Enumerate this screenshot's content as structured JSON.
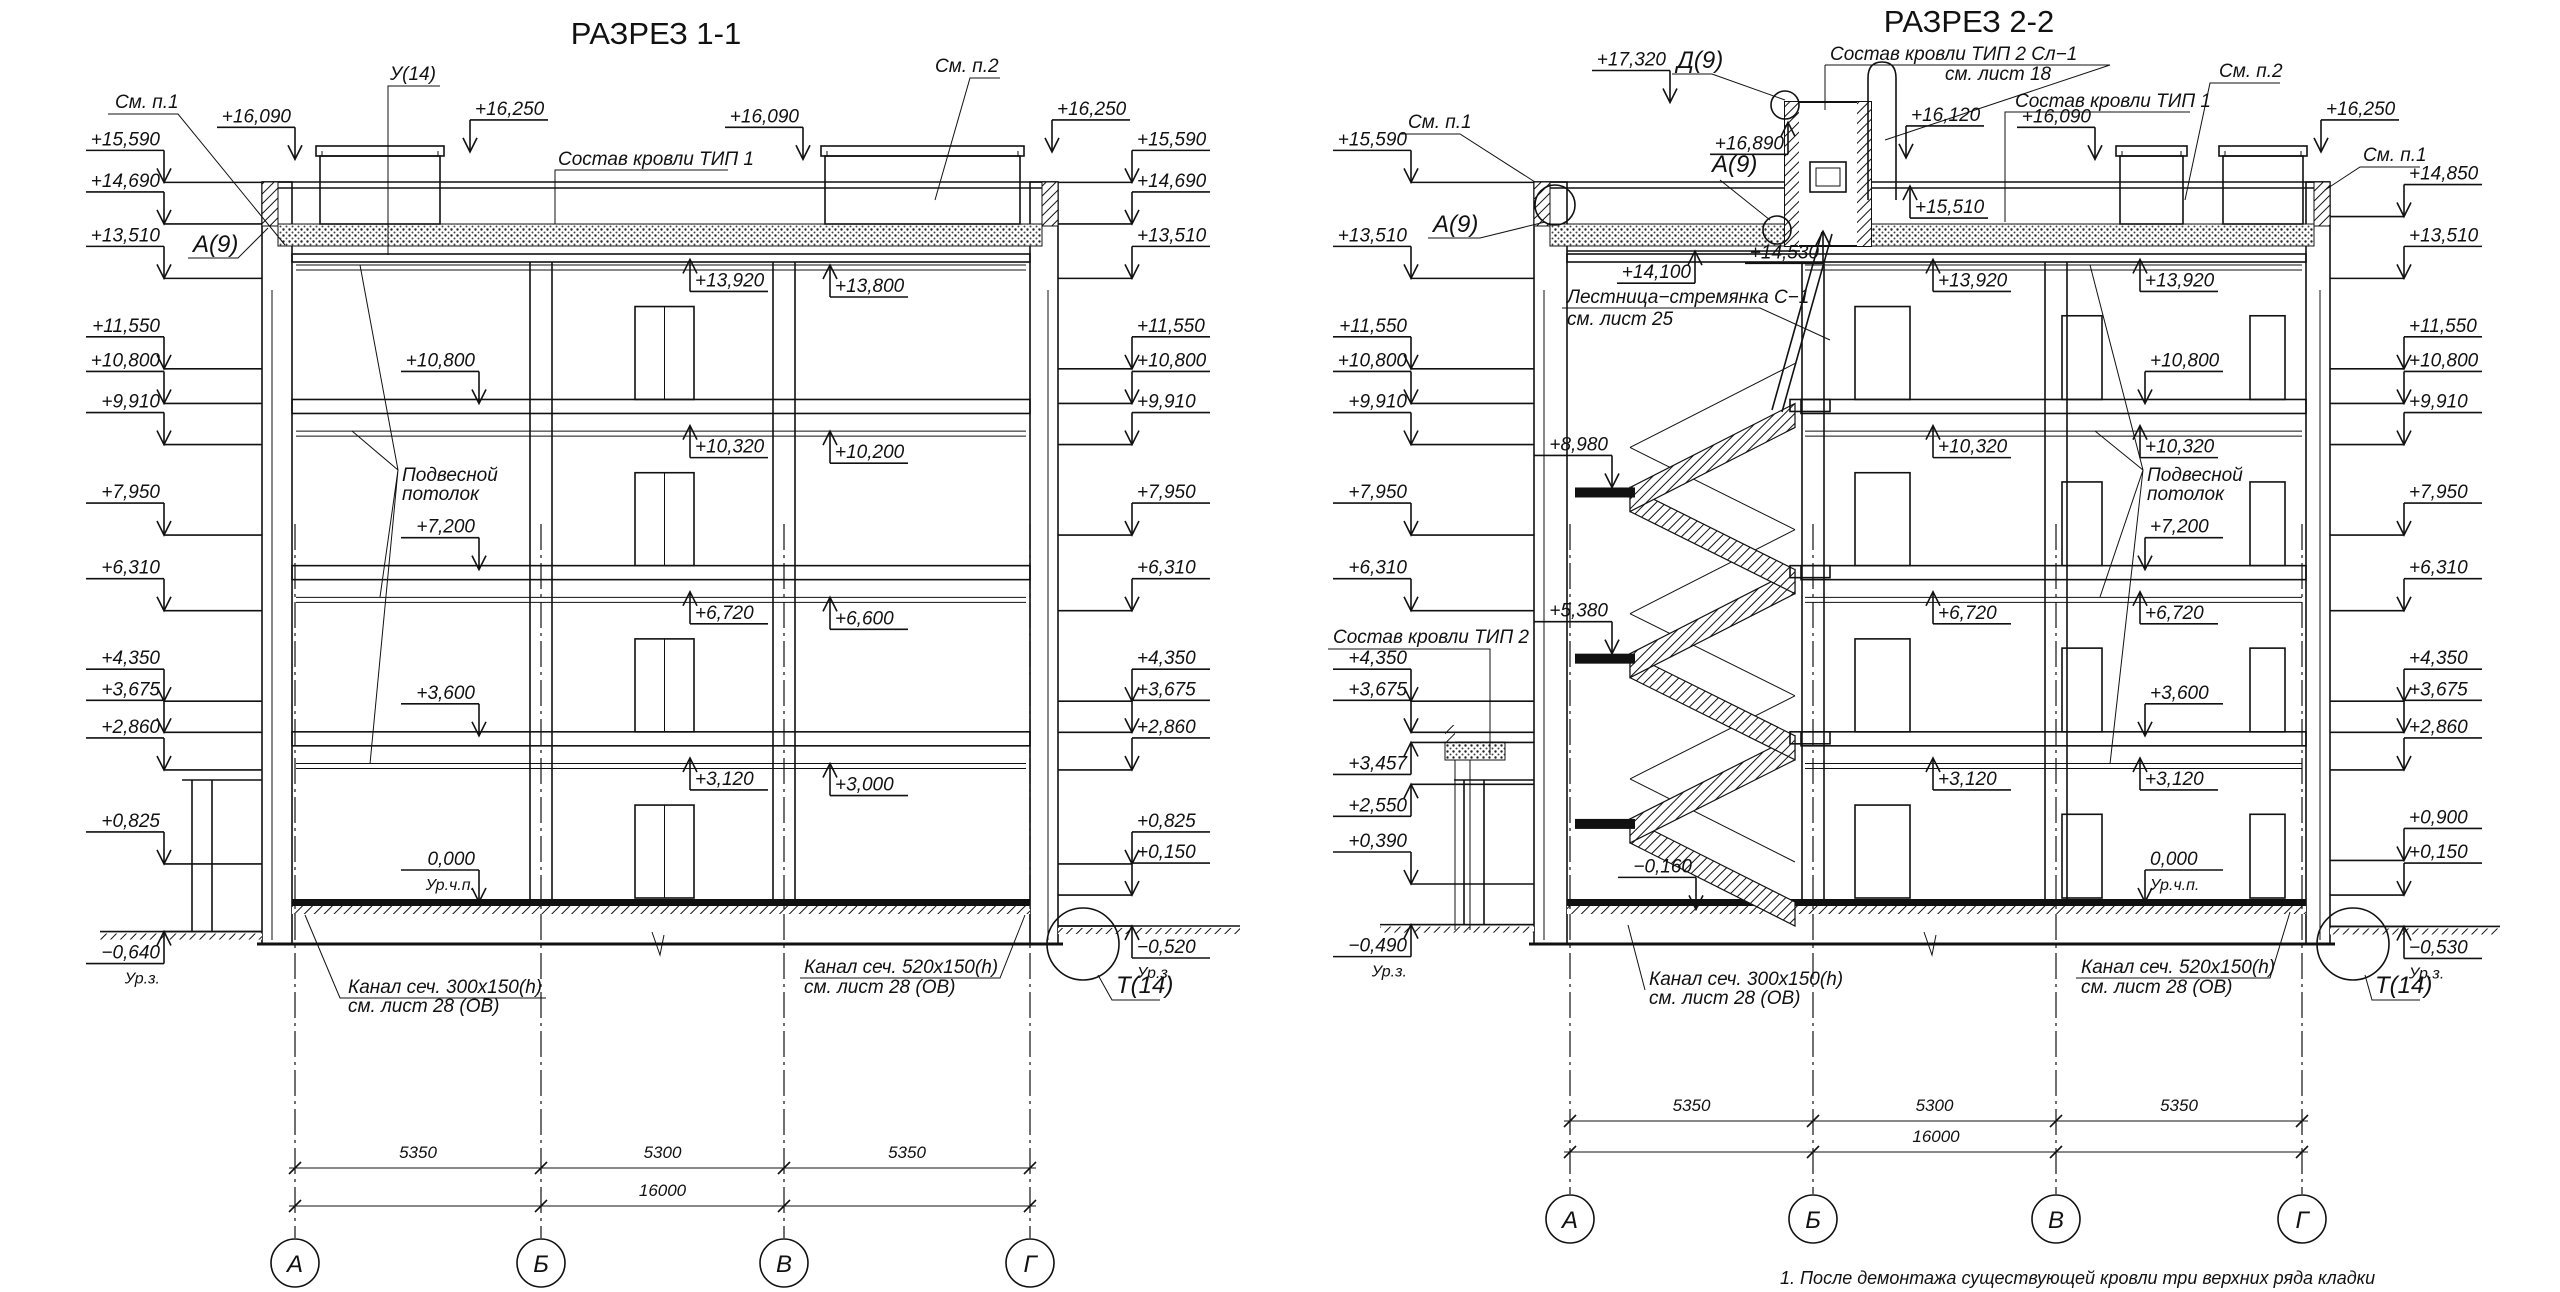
{
  "sections": [
    {
      "title": "РАЗРЕЗ 1-1",
      "left_levels": [
        {
          "label": "+15,590",
          "value": 15.59,
          "dir": "down"
        },
        {
          "label": "+14,690",
          "value": 14.69,
          "dir": "down"
        },
        {
          "label": "+13,510",
          "value": 13.51,
          "dir": "down"
        },
        {
          "label": "+11,550",
          "value": 11.55,
          "dir": "down"
        },
        {
          "label": "+10,800",
          "value": 10.8,
          "dir": "down"
        },
        {
          "label": "+9,910",
          "value": 9.91,
          "dir": "down"
        },
        {
          "label": "+7,950",
          "value": 7.95,
          "dir": "down"
        },
        {
          "label": "+6,310",
          "value": 6.31,
          "dir": "down"
        },
        {
          "label": "+4,350",
          "value": 4.35,
          "dir": "down"
        },
        {
          "label": "+3,675",
          "value": 3.675,
          "dir": "down"
        },
        {
          "label": "+2,860",
          "value": 2.86,
          "dir": "down"
        },
        {
          "label": "+0,825",
          "value": 0.825,
          "dir": "down"
        },
        {
          "label": "−0,640",
          "value": -0.64,
          "dir": "up",
          "sub": "Ур.з."
        }
      ],
      "right_levels": [
        {
          "label": "+15,590",
          "value": 15.59,
          "dir": "down"
        },
        {
          "label": "+14,690",
          "value": 14.69,
          "dir": "down"
        },
        {
          "label": "+13,510",
          "value": 13.51,
          "dir": "down"
        },
        {
          "label": "+11,550",
          "value": 11.55,
          "dir": "down"
        },
        {
          "label": "+10,800",
          "value": 10.8,
          "dir": "down"
        },
        {
          "label": "+9,910",
          "value": 9.91,
          "dir": "down"
        },
        {
          "label": "+7,950",
          "value": 7.95,
          "dir": "down"
        },
        {
          "label": "+6,310",
          "value": 6.31,
          "dir": "down"
        },
        {
          "label": "+4,350",
          "value": 4.35,
          "dir": "down"
        },
        {
          "label": "+3,675",
          "value": 3.675,
          "dir": "down"
        },
        {
          "label": "+2,860",
          "value": 2.86,
          "dir": "down"
        },
        {
          "label": "+0,825",
          "value": 0.825,
          "dir": "down"
        },
        {
          "label": "+0,150",
          "value": 0.15,
          "dir": "down"
        },
        {
          "label": "−0,520",
          "value": -0.52,
          "dir": "up",
          "sub": "Ур.з."
        }
      ],
      "inner_levels": [
        {
          "label": "+16,090",
          "value": 16.09,
          "dir": "down"
        },
        {
          "label": "+16,250",
          "value": 16.25,
          "dir": "down"
        },
        {
          "label": "+16,090",
          "value": 16.09,
          "dir": "down"
        },
        {
          "label": "+16,250",
          "value": 16.25,
          "dir": "down"
        },
        {
          "label": "+10,800",
          "value": 10.8,
          "dir": "down"
        },
        {
          "label": "+7,200",
          "value": 7.2,
          "dir": "down"
        },
        {
          "label": "+3,600",
          "value": 3.6,
          "dir": "down"
        },
        {
          "label": "0,000",
          "value": 0,
          "dir": "down",
          "sub": "Ур.ч.п."
        },
        {
          "label": "+13,920",
          "value": 13.92,
          "dir": "up"
        },
        {
          "label": "+13,800",
          "value": 13.8,
          "dir": "up"
        },
        {
          "label": "+10,320",
          "value": 10.32,
          "dir": "up"
        },
        {
          "label": "+10,200",
          "value": 10.2,
          "dir": "up"
        },
        {
          "label": "+6,720",
          "value": 6.72,
          "dir": "up"
        },
        {
          "label": "+6,600",
          "value": 6.6,
          "dir": "up"
        },
        {
          "label": "+3,120",
          "value": 3.12,
          "dir": "up"
        },
        {
          "label": "+3,000",
          "value": 3.0,
          "dir": "up"
        }
      ],
      "notes": {
        "see_p1": "См. п.1",
        "u14": "У(14)",
        "see_p2": "См. п.2",
        "roof_type1": "Состав кровли ТИП 1",
        "a9": "А(9)",
        "ceiling_1": "Подвесной",
        "ceiling_2": "потолок",
        "channel1_1": "Канал сеч. 300х150(h)",
        "channel1_2": "см. лист 28 (ОВ)",
        "channel2_1": "Канал сеч. 520х150(h)",
        "channel2_2": "см. лист 28 (ОВ)",
        "t14": "Т(14)"
      },
      "dimensions": {
        "spans": [
          "5350",
          "5300",
          "5350"
        ],
        "total": "16000"
      },
      "axes": [
        "А",
        "Б",
        "В",
        "Г"
      ]
    },
    {
      "title": "РАЗРЕЗ 2-2",
      "left_levels": [
        {
          "label": "+15,590",
          "value": 15.59,
          "dir": "down"
        },
        {
          "label": "+13,510",
          "value": 13.51,
          "dir": "down"
        },
        {
          "label": "+11,550",
          "value": 11.55,
          "dir": "down"
        },
        {
          "label": "+10,800",
          "value": 10.8,
          "dir": "down"
        },
        {
          "label": "+9,910",
          "value": 9.91,
          "dir": "down"
        },
        {
          "label": "+7,950",
          "value": 7.95,
          "dir": "down"
        },
        {
          "label": "+6,310",
          "value": 6.31,
          "dir": "down"
        },
        {
          "label": "+4,350",
          "value": 4.35,
          "dir": "down"
        },
        {
          "label": "+3,675",
          "value": 3.675,
          "dir": "down"
        },
        {
          "label": "+3,457",
          "value": 3.457,
          "dir": "up"
        },
        {
          "label": "+2,550",
          "value": 2.55,
          "dir": "up"
        },
        {
          "label": "+0,390",
          "value": 0.39,
          "dir": "down"
        },
        {
          "label": "−0,490",
          "value": -0.49,
          "dir": "up",
          "sub": "Ур.з."
        }
      ],
      "right_levels": [
        {
          "label": "+14,850",
          "value": 14.85,
          "dir": "down"
        },
        {
          "label": "+13,510",
          "value": 13.51,
          "dir": "down"
        },
        {
          "label": "+11,550",
          "value": 11.55,
          "dir": "down"
        },
        {
          "label": "+10,800",
          "value": 10.8,
          "dir": "down"
        },
        {
          "label": "+9,910",
          "value": 9.91,
          "dir": "down"
        },
        {
          "label": "+7,950",
          "value": 7.95,
          "dir": "down"
        },
        {
          "label": "+6,310",
          "value": 6.31,
          "dir": "down"
        },
        {
          "label": "+4,350",
          "value": 4.35,
          "dir": "down"
        },
        {
          "label": "+3,675",
          "value": 3.675,
          "dir": "down"
        },
        {
          "label": "+2,860",
          "value": 2.86,
          "dir": "down"
        },
        {
          "label": "+0,900",
          "value": 0.9,
          "dir": "down"
        },
        {
          "label": "+0,150",
          "value": 0.15,
          "dir": "down"
        },
        {
          "label": "−0,530",
          "value": -0.53,
          "dir": "up",
          "sub": "Ур.з."
        }
      ],
      "inner_levels": [
        {
          "label": "+17,320",
          "value": 17.32,
          "dir": "down"
        },
        {
          "label": "+16,890",
          "value": 16.89,
          "dir": "up"
        },
        {
          "label": "+16,120",
          "value": 16.12,
          "dir": "down"
        },
        {
          "label": "+16,090",
          "value": 16.09,
          "dir": "down"
        },
        {
          "label": "+16,250",
          "value": 16.25,
          "dir": "down"
        },
        {
          "label": "+15,510",
          "value": 15.51,
          "dir": "up"
        },
        {
          "label": "+14,100",
          "value": 14.1,
          "dir": "up"
        },
        {
          "label": "+14,530",
          "value": 14.53,
          "dir": "up"
        },
        {
          "label": "+13,920",
          "value": 13.92,
          "dir": "up"
        },
        {
          "label": "+13,920",
          "value": 13.92,
          "dir": "up"
        },
        {
          "label": "+10,800",
          "value": 10.8,
          "dir": "down"
        },
        {
          "label": "+10,320",
          "value": 10.32,
          "dir": "up"
        },
        {
          "label": "+10,320",
          "value": 10.32,
          "dir": "up"
        },
        {
          "label": "+7,200",
          "value": 7.2,
          "dir": "down"
        },
        {
          "label": "+6,720",
          "value": 6.72,
          "dir": "up"
        },
        {
          "label": "+6,720",
          "value": 6.72,
          "dir": "up"
        },
        {
          "label": "+3,600",
          "value": 3.6,
          "dir": "down"
        },
        {
          "label": "+3,120",
          "value": 3.12,
          "dir": "up"
        },
        {
          "label": "+3,120",
          "value": 3.12,
          "dir": "up"
        },
        {
          "label": "+8,980",
          "value": 8.98,
          "dir": "down"
        },
        {
          "label": "+5,380",
          "value": 5.38,
          "dir": "down"
        },
        {
          "label": "0,000",
          "value": 0,
          "dir": "down",
          "sub": "Ур.ч.п."
        },
        {
          "label": "−0,160",
          "value": -0.16,
          "dir": "down"
        }
      ],
      "notes": {
        "d9": "Д(9)",
        "roof_type2_1": "Состав кровли ТИП 2 Сл−1",
        "roof_type2_2": "см. лист 18",
        "see_p2": "См. п.2",
        "roof_type1": "Состав кровли ТИП 1",
        "see_p1_left": "См. п.1",
        "see_p1_right": "См. п.1",
        "a9_upper": "А(9)",
        "a9_left": "А(9)",
        "ladder_1": "Лестница−стремянка С−1",
        "ladder_2": "см. лист 25",
        "ceiling_1": "Подвесной",
        "ceiling_2": "потолок",
        "canopy_roof": "Состав кровли ТИП 2",
        "channel1_1": "Канал сеч. 300х150(h)",
        "channel1_2": "см. лист 28 (ОВ)",
        "channel2_1": "Канал сеч. 520х150(h)",
        "channel2_2": "см. лист 28 (ОВ)",
        "t14": "Т(14)"
      },
      "dimensions": {
        "spans": [
          "5350",
          "5300",
          "5350"
        ],
        "total": "16000"
      },
      "axes": [
        "А",
        "Б",
        "В",
        "Г"
      ]
    }
  ],
  "footnote": "1. После демонтажа существующей кровли три верхних ряда кладки"
}
